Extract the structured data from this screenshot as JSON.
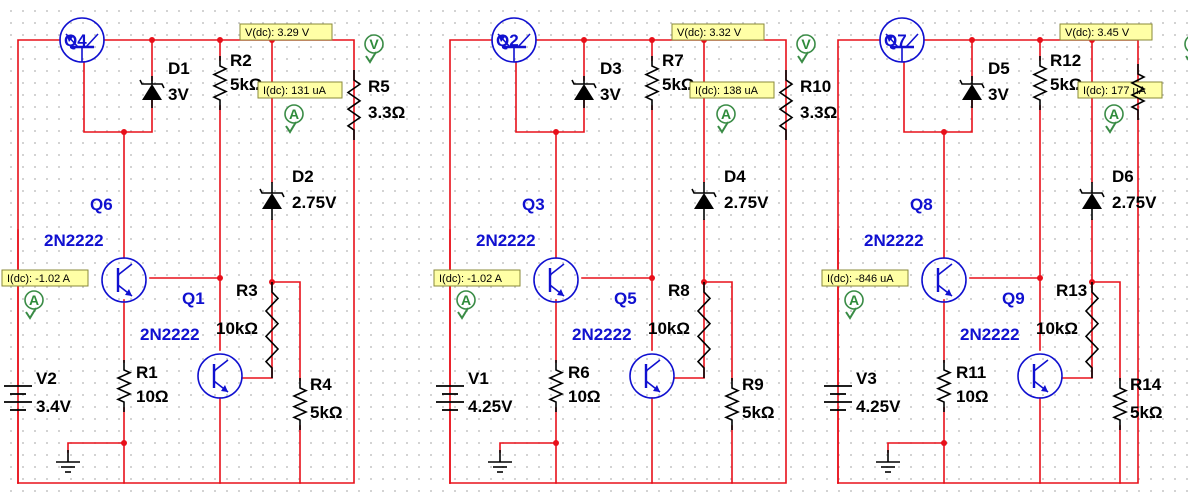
{
  "colors": {
    "wire": "#e8101a",
    "wire_blue": "#1010d0",
    "probe_bg": "#ffffa6",
    "probe_border": "#8a8a3a",
    "meter": "#3a8c46",
    "label_blue": "#1010d0"
  },
  "circuits": [
    {
      "q_top": "Q4",
      "q_top_pin": "1",
      "d_zener": "D1",
      "d_zener_v": "3V",
      "r_top": "R2",
      "r_top_v": "5kΩ",
      "v_probe": "V(dc): 3.29 V",
      "i_probe_top": "I(dc): 131 uA",
      "r_out": "R5",
      "r_out_v": "3.3Ω",
      "d_ref": "D2",
      "d_ref_v": "2.75V",
      "q_mid": "Q6",
      "q_mid_model": "2N2222",
      "q_low": "Q1",
      "q_low_model": "2N2222",
      "r_div_top": "R3",
      "r_div_top_v": "10kΩ",
      "r_div_bot": "R4",
      "r_div_bot_v": "5kΩ",
      "r_emit": "R1",
      "r_emit_v": "10Ω",
      "i_probe_src": "I(dc): -1.02 A",
      "src": "V2",
      "src_v": "3.4V"
    },
    {
      "q_top": "Q2",
      "q_top_pin": "1",
      "d_zener": "D3",
      "d_zener_v": "3V",
      "r_top": "R7",
      "r_top_v": "5kΩ",
      "v_probe": "V(dc): 3.32 V",
      "i_probe_top": "I(dc): 138 uA",
      "r_out": "R10",
      "r_out_v": "3.3Ω",
      "d_ref": "D4",
      "d_ref_v": "2.75V",
      "q_mid": "Q3",
      "q_mid_model": "2N2222",
      "q_low": "Q5",
      "q_low_model": "2N2222",
      "r_div_top": "R8",
      "r_div_top_v": "10kΩ",
      "r_div_bot": "R9",
      "r_div_bot_v": "5kΩ",
      "r_emit": "R6",
      "r_emit_v": "10Ω",
      "i_probe_src": "I(dc): -1.02 A",
      "src": "V1",
      "src_v": "4.25V"
    },
    {
      "q_top": "Q7",
      "q_top_pin": "1",
      "d_zener": "D5",
      "d_zener_v": "3V",
      "r_top": "R12",
      "r_top_v": "5kΩ",
      "v_probe": "V(dc): 3.45 V",
      "i_probe_top": "I(dc): 177 uA",
      "r_out": "",
      "r_out_v": "",
      "d_ref": "D6",
      "d_ref_v": "2.75V",
      "q_mid": "Q8",
      "q_mid_model": "2N2222",
      "q_low": "Q9",
      "q_low_model": "2N2222",
      "r_div_top": "R13",
      "r_div_top_v": "10kΩ",
      "r_div_bot": "R14",
      "r_div_bot_v": "5kΩ",
      "r_emit": "R11",
      "r_emit_v": "10Ω",
      "i_probe_src": "I(dc): -846 uA",
      "src": "V3",
      "src_v": "4.25V"
    }
  ]
}
